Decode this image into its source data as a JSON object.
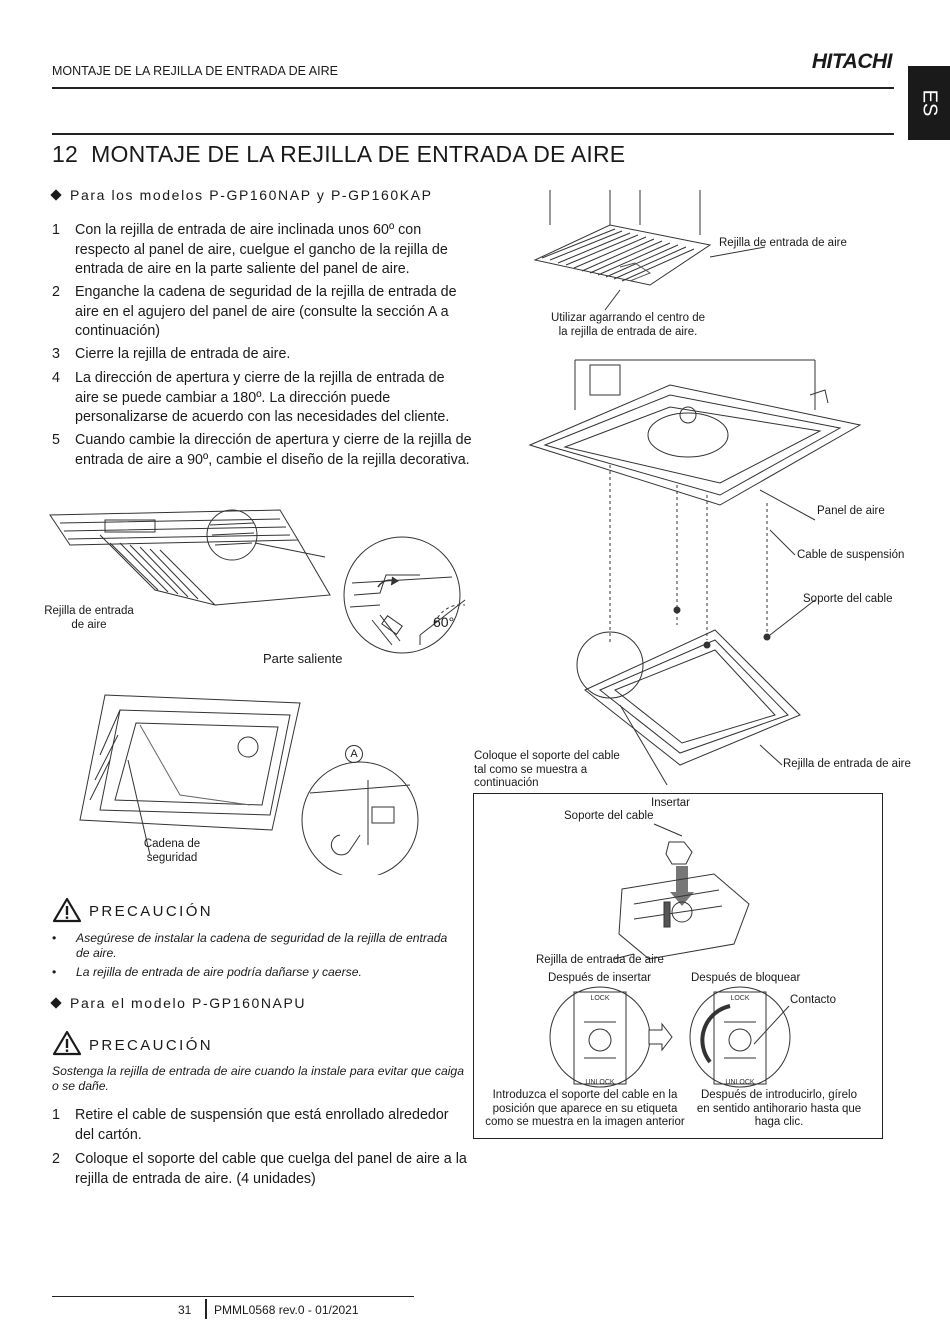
{
  "header": {
    "title": "MONTAJE DE LA REJILLA DE ENTRADA DE AIRE",
    "brand": "HITACHI",
    "lang": "ES"
  },
  "section": {
    "number": "12",
    "title": "MONTAJE DE LA REJILLA DE ENTRADA DE AIRE"
  },
  "subsection1": {
    "title": "Para los modelos P-GP160NAP y P-GP160KAP",
    "steps": [
      {
        "n": "1",
        "text": "Con la rejilla de entrada de aire inclinada unos 60º con respecto al panel de aire, cuelgue el gancho de la rejilla de entrada de aire en la parte saliente del panel de aire."
      },
      {
        "n": "2",
        "text": "Enganche la cadena de seguridad de la rejilla de entrada de aire en el agujero del panel de aire (consulte la sección A a continuación)"
      },
      {
        "n": "3",
        "text": "Cierre la rejilla de entrada de aire."
      },
      {
        "n": "4",
        "text": "La dirección de apertura y cierre de la rejilla de entrada de aire se puede cambiar a 180º. La dirección puede personalizarse de acuerdo con las necesidades del cliente."
      },
      {
        "n": "5",
        "text": "Cuando cambie la dirección de apertura y cierre de la rejilla de entrada de aire a 90º, cambie el diseño de la rejilla decorativa."
      }
    ]
  },
  "figure_left": {
    "grille_label": "Rejilla de entrada de aire",
    "angle_label": "60°",
    "protrusion_label": "Parte saliente",
    "detail_label": "A",
    "chain_label": "Cadena de seguridad"
  },
  "caution1": {
    "title": "PRECAUCIÓN",
    "bullets": [
      "Asegúrese de instalar la cadena de seguridad de la rejilla de entrada de aire.",
      "La rejilla de entrada de aire podría dañarse y caerse."
    ]
  },
  "subsection2": {
    "title": "Para el modelo P-GP160NAPU"
  },
  "caution2": {
    "title": "PRECAUCIÓN",
    "text": "Sostenga la rejilla de entrada de aire cuando la instale para evitar que caiga o se dañe.",
    "steps": [
      {
        "n": "1",
        "text": "Retire el cable de suspensión que está enrollado alrededor del cartón."
      },
      {
        "n": "2",
        "text": "Coloque el soporte del cable que cuelga del panel de aire a la rejilla de entrada de aire. (4 unidades)"
      }
    ]
  },
  "figure_right": {
    "top_grille_label": "Rejilla de entrada de aire",
    "hold_label": "Utilizar agarrando el centro de la rejilla de entrada de aire.",
    "panel_label": "Panel de aire",
    "cable_label": "Cable de suspensión",
    "support_label": "Soporte del cable",
    "bottom_grille_label": "Rejilla de entrada de aire",
    "place_label": "Coloque el soporte del cable tal como se muestra a continuación"
  },
  "detail_box": {
    "insert_label": "Insertar",
    "support_label": "Soporte del cable",
    "grille_label": "Rejilla de entrada de aire",
    "after_insert": "Después de insertar",
    "after_lock": "Después de bloquear",
    "contact_label": "Contacto",
    "lock_text": "LOCK",
    "unlock_text": "UNLOCK",
    "caption_left": "Introduzca el soporte del cable en la posición que aparece en su etiqueta como se muestra en la imagen anterior",
    "caption_right": "Después de introducirlo, gírelo en sentido antihorario hasta que haga clic."
  },
  "footer": {
    "page": "31",
    "doc": "PMML0568 rev.0 - 01/2021"
  }
}
